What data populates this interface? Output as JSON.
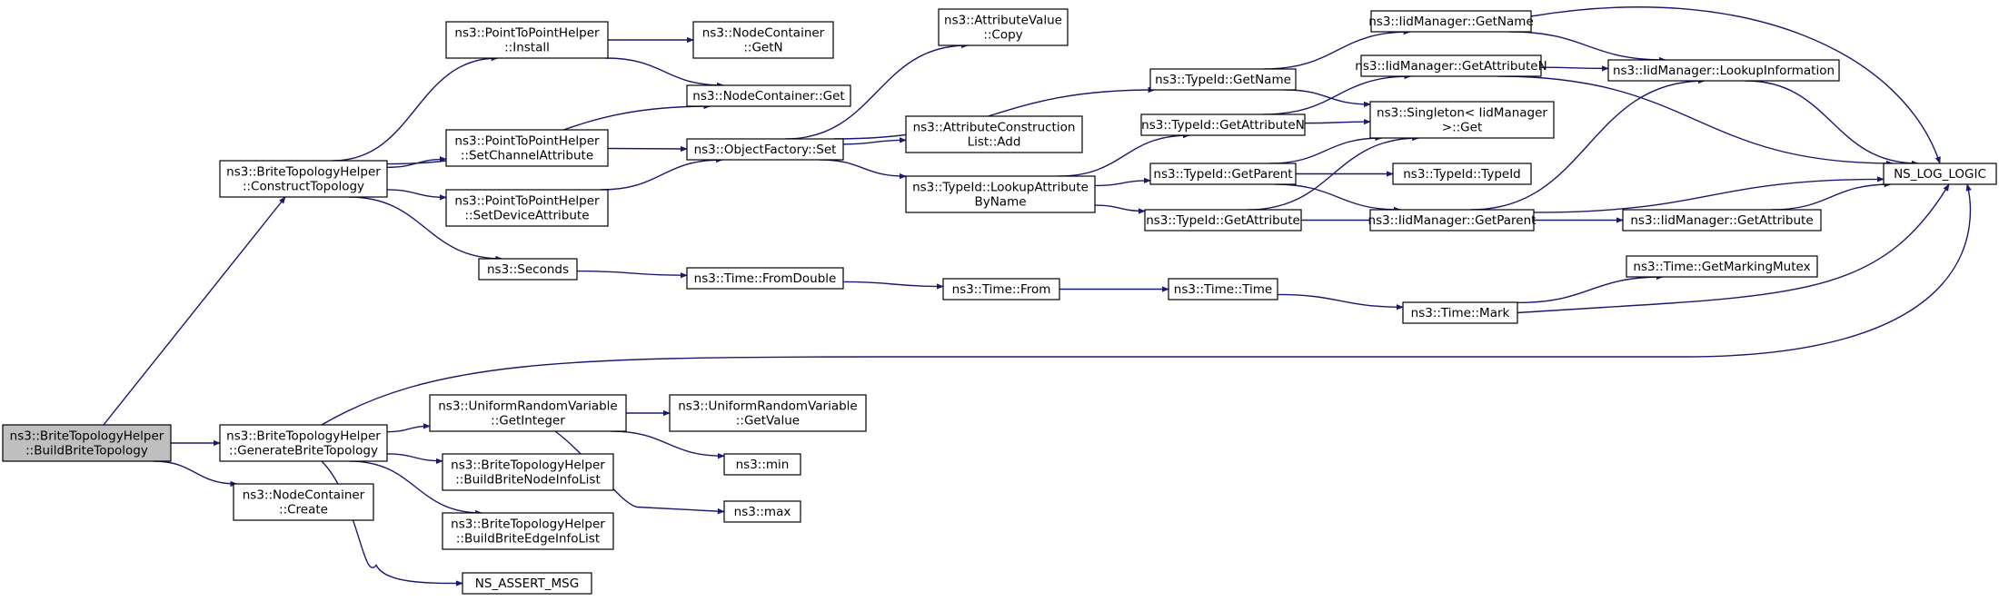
{
  "nodes": [
    {
      "id": "BuildBriteTopology",
      "lines": [
        "ns3::BriteTopologyHelper",
        "::BuildBriteTopology"
      ],
      "root": true
    },
    {
      "id": "ConstructTopology",
      "lines": [
        "ns3::BriteTopologyHelper",
        "::ConstructTopology"
      ]
    },
    {
      "id": "GenerateBriteTopology",
      "lines": [
        "ns3::BriteTopologyHelper",
        "::GenerateBriteTopology"
      ]
    },
    {
      "id": "NodeContainerCreate",
      "lines": [
        "ns3::NodeContainer",
        "::Create"
      ]
    },
    {
      "id": "P2PInstall",
      "lines": [
        "ns3::PointToPointHelper",
        "::Install"
      ]
    },
    {
      "id": "P2PSetChannelAttribute",
      "lines": [
        "ns3::PointToPointHelper",
        "::SetChannelAttribute"
      ]
    },
    {
      "id": "P2PSetDeviceAttribute",
      "lines": [
        "ns3::PointToPointHelper",
        "::SetDeviceAttribute"
      ]
    },
    {
      "id": "Seconds",
      "lines": [
        "ns3::Seconds"
      ]
    },
    {
      "id": "NodeContainerGetN",
      "lines": [
        "ns3::NodeContainer",
        "::GetN"
      ]
    },
    {
      "id": "NodeContainerGet",
      "lines": [
        "ns3::NodeContainer::Get"
      ]
    },
    {
      "id": "ObjectFactorySet",
      "lines": [
        "ns3::ObjectFactory::Set"
      ]
    },
    {
      "id": "TimeFromDouble",
      "lines": [
        "ns3::Time::FromDouble"
      ]
    },
    {
      "id": "AttributeValueCopy",
      "lines": [
        "ns3::AttributeValue",
        "::Copy"
      ]
    },
    {
      "id": "AttrConstructionListAdd",
      "lines": [
        "ns3::AttributeConstruction",
        "List::Add"
      ]
    },
    {
      "id": "TypeIdLookupAttributeByName",
      "lines": [
        "ns3::TypeId::LookupAttribute",
        "ByName"
      ]
    },
    {
      "id": "TimeFrom",
      "lines": [
        "ns3::Time::From"
      ]
    },
    {
      "id": "TypeIdGetName",
      "lines": [
        "ns3::TypeId::GetName"
      ]
    },
    {
      "id": "TypeIdGetAttributeN",
      "lines": [
        "ns3::TypeId::GetAttributeN"
      ]
    },
    {
      "id": "TypeIdGetParent",
      "lines": [
        "ns3::TypeId::GetParent"
      ]
    },
    {
      "id": "TypeIdGetAttribute",
      "lines": [
        "ns3::TypeId::GetAttribute"
      ]
    },
    {
      "id": "TimeTime",
      "lines": [
        "ns3::Time::Time"
      ]
    },
    {
      "id": "IidGetName",
      "lines": [
        "ns3::IidManager::GetName"
      ]
    },
    {
      "id": "IidGetAttributeN",
      "lines": [
        "ns3::IidManager::GetAttributeN"
      ]
    },
    {
      "id": "SingletonGet",
      "lines": [
        "ns3::Singleton< IidManager",
        ">::Get"
      ]
    },
    {
      "id": "TypeIdTypeId",
      "lines": [
        "ns3::TypeId::TypeId"
      ]
    },
    {
      "id": "IidGetParent",
      "lines": [
        "ns3::IidManager::GetParent"
      ]
    },
    {
      "id": "TimeMark",
      "lines": [
        "ns3::Time::Mark"
      ]
    },
    {
      "id": "IidLookupInformation",
      "lines": [
        "ns3::IidManager::LookupInformation"
      ]
    },
    {
      "id": "IidGetAttribute",
      "lines": [
        "ns3::IidManager::GetAttribute"
      ]
    },
    {
      "id": "TimeGetMarkingMutex",
      "lines": [
        "ns3::Time::GetMarkingMutex"
      ]
    },
    {
      "id": "NsLogLogic",
      "lines": [
        "NS_LOG_LOGIC"
      ]
    },
    {
      "id": "UniformGetInteger",
      "lines": [
        "ns3::UniformRandomVariable",
        "::GetInteger"
      ]
    },
    {
      "id": "UniformGetValue",
      "lines": [
        "ns3::UniformRandomVariable",
        "::GetValue"
      ]
    },
    {
      "id": "BuildBriteNodeInfoList",
      "lines": [
        "ns3::BriteTopologyHelper",
        "::BuildBriteNodeInfoList"
      ]
    },
    {
      "id": "BuildBriteEdgeInfoList",
      "lines": [
        "ns3::BriteTopologyHelper",
        "::BuildBriteEdgeInfoList"
      ]
    },
    {
      "id": "NsAssertMsg",
      "lines": [
        "NS_ASSERT_MSG"
      ]
    },
    {
      "id": "Min",
      "lines": [
        "ns3::min"
      ]
    },
    {
      "id": "Max",
      "lines": [
        "ns3::max"
      ]
    }
  ],
  "edges": [
    [
      "BuildBriteTopology",
      "ConstructTopology"
    ],
    [
      "BuildBriteTopology",
      "GenerateBriteTopology"
    ],
    [
      "BuildBriteTopology",
      "NodeContainerCreate"
    ],
    [
      "ConstructTopology",
      "P2PInstall"
    ],
    [
      "ConstructTopology",
      "NodeContainerGet"
    ],
    [
      "ConstructTopology",
      "P2PSetChannelAttribute"
    ],
    [
      "ConstructTopology",
      "P2PSetDeviceAttribute"
    ],
    [
      "ConstructTopology",
      "Seconds"
    ],
    [
      "P2PInstall",
      "NodeContainerGetN"
    ],
    [
      "P2PInstall",
      "NodeContainerGet"
    ],
    [
      "P2PSetChannelAttribute",
      "ObjectFactorySet"
    ],
    [
      "P2PSetDeviceAttribute",
      "ObjectFactorySet"
    ],
    [
      "Seconds",
      "TimeFromDouble"
    ],
    [
      "ObjectFactorySet",
      "AttributeValueCopy"
    ],
    [
      "ObjectFactorySet",
      "TypeIdGetName"
    ],
    [
      "ObjectFactorySet",
      "AttrConstructionListAdd"
    ],
    [
      "ObjectFactorySet",
      "TypeIdLookupAttributeByName"
    ],
    [
      "TimeFromDouble",
      "TimeFrom"
    ],
    [
      "TimeFrom",
      "TimeTime"
    ],
    [
      "TimeTime",
      "TimeMark"
    ],
    [
      "TypeIdLookupAttributeByName",
      "TypeIdGetAttributeN"
    ],
    [
      "TypeIdLookupAttributeByName",
      "TypeIdGetParent"
    ],
    [
      "TypeIdLookupAttributeByName",
      "TypeIdGetAttribute"
    ],
    [
      "TypeIdGetName",
      "IidGetName"
    ],
    [
      "TypeIdGetName",
      "SingletonGet"
    ],
    [
      "TypeIdGetAttributeN",
      "IidGetAttributeN"
    ],
    [
      "TypeIdGetAttributeN",
      "SingletonGet"
    ],
    [
      "TypeIdGetParent",
      "SingletonGet"
    ],
    [
      "TypeIdGetParent",
      "TypeIdTypeId"
    ],
    [
      "TypeIdGetParent",
      "IidGetParent"
    ],
    [
      "TypeIdGetAttribute",
      "SingletonGet"
    ],
    [
      "TypeIdGetAttribute",
      "IidGetAttribute"
    ],
    [
      "IidGetName",
      "IidLookupInformation"
    ],
    [
      "IidGetName",
      "NsLogLogic"
    ],
    [
      "IidGetAttributeN",
      "IidLookupInformation"
    ],
    [
      "IidGetAttributeN",
      "NsLogLogic"
    ],
    [
      "IidGetParent",
      "IidLookupInformation"
    ],
    [
      "IidGetParent",
      "NsLogLogic"
    ],
    [
      "IidGetAttribute",
      "NsLogLogic"
    ],
    [
      "IidLookupInformation",
      "NsLogLogic"
    ],
    [
      "TimeMark",
      "TimeGetMarkingMutex"
    ],
    [
      "TimeMark",
      "NsLogLogic"
    ],
    [
      "GenerateBriteTopology",
      "NsLogLogic"
    ],
    [
      "GenerateBriteTopology",
      "UniformGetInteger"
    ],
    [
      "GenerateBriteTopology",
      "BuildBriteNodeInfoList"
    ],
    [
      "GenerateBriteTopology",
      "BuildBriteEdgeInfoList"
    ],
    [
      "GenerateBriteTopology",
      "NsAssertMsg"
    ],
    [
      "UniformGetInteger",
      "UniformGetValue"
    ],
    [
      "UniformGetInteger",
      "Min"
    ],
    [
      "UniformGetInteger",
      "Max"
    ]
  ]
}
